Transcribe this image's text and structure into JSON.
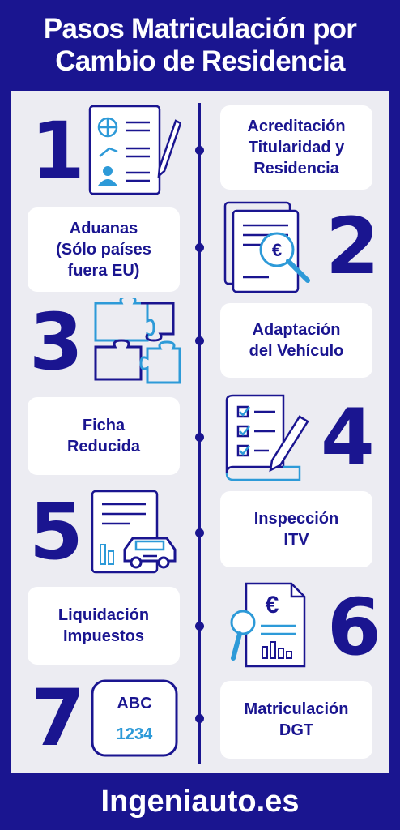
{
  "header": {
    "title_line1": "Pasos Matriculación por",
    "title_line2": "Cambio de Residencia"
  },
  "steps": [
    {
      "number": "1",
      "label": "Acreditación\nTitularidad y\nResidencia",
      "icon": "document-person-icon"
    },
    {
      "number": "2",
      "label": "Aduanas\n(Sólo países\nfuera EU)",
      "icon": "document-euro-magnifier-icon"
    },
    {
      "number": "3",
      "label": "Adaptación\ndel Vehículo",
      "icon": "puzzle-icon"
    },
    {
      "number": "4",
      "label": "Ficha\nReducida",
      "icon": "checklist-pencil-icon"
    },
    {
      "number": "5",
      "label": "Inspección\nITV",
      "icon": "document-car-icon"
    },
    {
      "number": "6",
      "label": "Liquidación\nImpuestos",
      "icon": "invoice-magnifier-icon"
    },
    {
      "number": "7",
      "label": "Matriculación\nDGT",
      "icon": "license-plate-icon"
    }
  ],
  "plate": {
    "line1": "ABC",
    "line2": "1234"
  },
  "euro_symbol": "€",
  "colors": {
    "primary": "#1a1590",
    "accent": "#2d9ad8",
    "panel": "#ececf2"
  },
  "footer": {
    "brand": "Ingeniauto.es"
  }
}
